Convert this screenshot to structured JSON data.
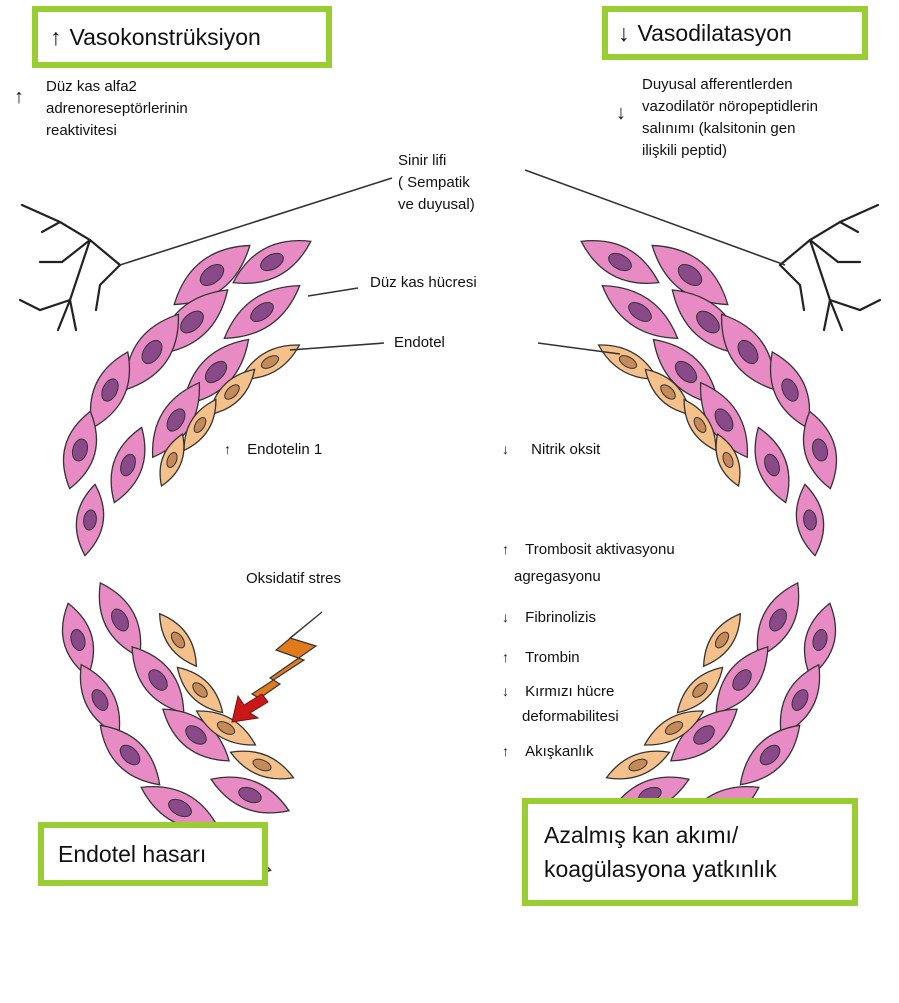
{
  "boxes": {
    "vasoconstriction": {
      "arrow": "↑",
      "label": "Vasokonstrüksiyon"
    },
    "vasodilation": {
      "arrow": "↓",
      "label": "Vasodilatasyon"
    },
    "endothelial_damage": {
      "label": "Endotel hasarı"
    },
    "reduced_flow": {
      "line1": "Azalmış kan akımı/",
      "line2": "koagülasyona yatkınlık"
    }
  },
  "left_note": {
    "arrow": "↑",
    "lines": [
      "Düz kas alfa2",
      "adrenoreseptörlerinin",
      "reaktivitesi"
    ]
  },
  "right_note": {
    "arrow": "↓",
    "lines": [
      "Duyusal afferentlerden",
      "vazodilatör nöropeptidlerin",
      "salınımı (kalsitonin gen",
      "ilişkili peptid)"
    ]
  },
  "labels": {
    "nerve_fiber": [
      "Sinir lifi",
      "( Sempatik",
      "ve duyusal)"
    ],
    "smooth_muscle": "Düz kas hücresi",
    "endothelium": "Endotel",
    "oxidative_stress": "Oksidatif stres"
  },
  "center_items": [
    {
      "arrow": "↑",
      "text": "Endotelin 1"
    },
    {
      "arrow": "↓",
      "text": "Nitrik oksit"
    },
    {
      "arrow": "↑",
      "text": "Trombosit aktivasyonu",
      "text2": "agregasyonu"
    },
    {
      "arrow": "↓",
      "text": "Fibrinolizis"
    },
    {
      "arrow": "↑",
      "text": "Trombin"
    },
    {
      "arrow": "↓",
      "text": "Kırmızı hücre",
      "text2": "deformabilitesi"
    },
    {
      "arrow": "↑",
      "text": "Akışkanlık"
    }
  ],
  "colors": {
    "box_border": "#9acd32",
    "smooth_muscle_fill": "#e88bc4",
    "smooth_muscle_nucleus": "#8a4a8a",
    "endothelium_fill": "#f6c08a",
    "nerve": "#222222",
    "lightning": "#e07a1a",
    "arrow_red": "#c81818"
  }
}
